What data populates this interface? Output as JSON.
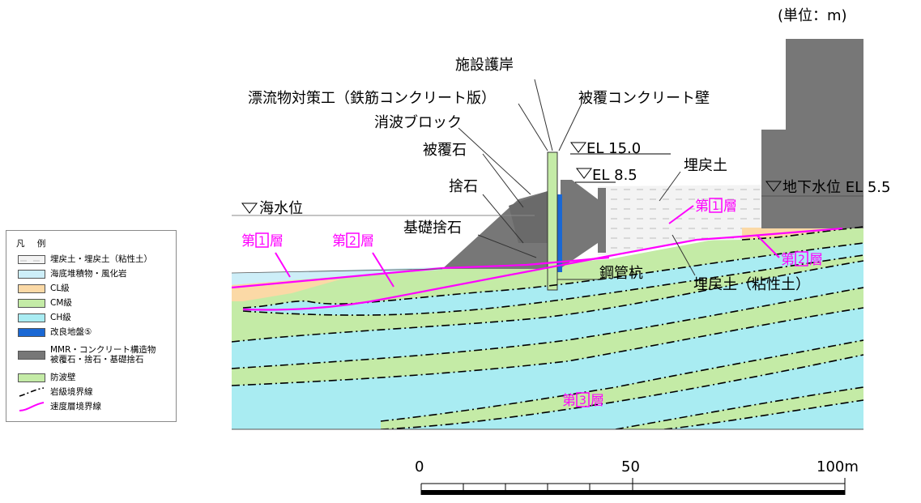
{
  "unit_label": "(単位：m)",
  "labels": {
    "facility_seawall": "施設護岸",
    "drift_measure": "漂流物対策工（鉄筋コンクリート版）",
    "covering_wall": "被覆コンクリート壁",
    "wave_block": "消波ブロック",
    "covering_stone": "被覆石",
    "rubble": "捨石",
    "foundation_rubble": "基礎捨石",
    "steel_pile": "鋼管杭",
    "backfill": "埋戻土",
    "backfill_clay": "埋戻土（粘性土）",
    "sea_level": "海水位",
    "el_15": "EL 15.0",
    "el_85": "EL 8.5",
    "groundwater": "地下水位 EL 5.5"
  },
  "layers": {
    "prefix": "第",
    "suffix": "層",
    "n1": "1",
    "n2": "2",
    "n3": "3"
  },
  "scale": {
    "t0": "0",
    "t50": "50",
    "t100": "100m"
  },
  "legend": {
    "title": "凡 例",
    "items": [
      {
        "label": "埋戻土・埋戻土（粘性土）",
        "color": "#f3f3f3"
      },
      {
        "label": "海底堆積物・風化岩",
        "color": "#cdeef8"
      },
      {
        "label": "CL級",
        "color": "#fbd9a6"
      },
      {
        "label": "CM級",
        "color": "#c4eba6"
      },
      {
        "label": "CH級",
        "color": "#a9ecf2"
      },
      {
        "label": "改良地盤⑤",
        "color": "#1a68d4"
      },
      {
        "label": "MMR・コンクリート構造物\n被覆石・捨石・基礎捨石",
        "color": "#777777"
      },
      {
        "label": "防波壁",
        "color": "#c4eba6"
      },
      {
        "label": "岩級境界線",
        "color": "#000000"
      },
      {
        "label": "速度層境界線",
        "color": "#ff00ff"
      }
    ]
  },
  "colors": {
    "cm": "#c4eba6",
    "ch": "#a9ecf2",
    "cl": "#fbd9a6",
    "sediment": "#cdeef8",
    "structure": "#777777",
    "improved": "#1a68d4",
    "velocity": "#ff00ff",
    "backfill": "#f3f3f3"
  }
}
